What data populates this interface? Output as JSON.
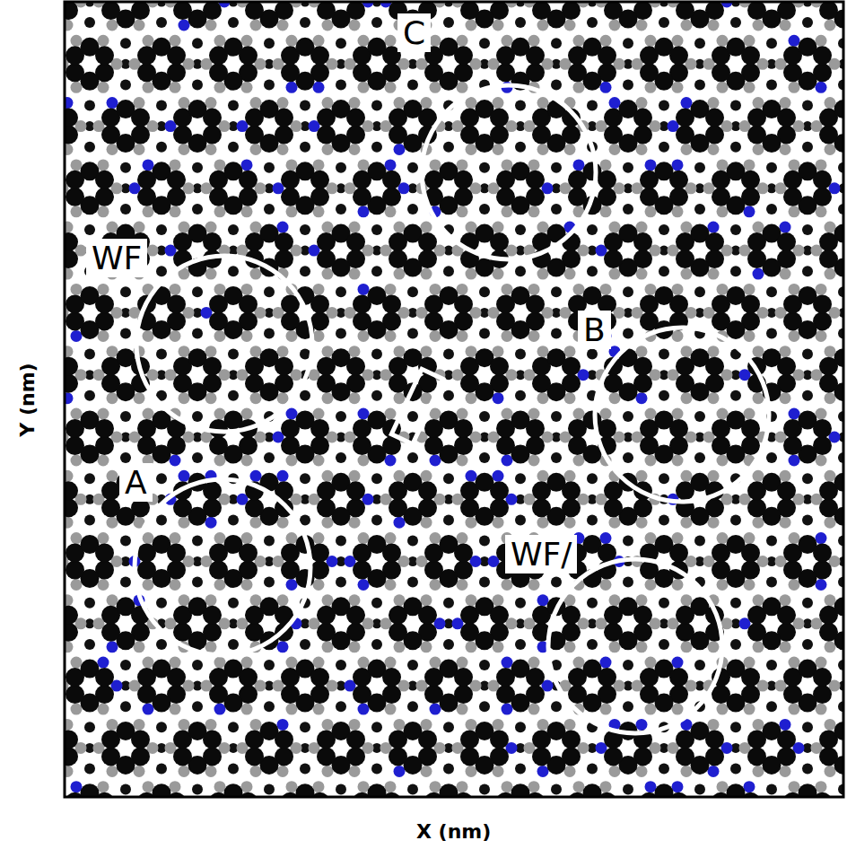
{
  "diagram": {
    "nodes": [
      {
        "text": [
          "C"
        ]
      },
      {
        "text": [
          "WF"
        ]
      },
      {
        "text": [
          "B"
        ]
      },
      {
        "text": [
          "A"
        ]
      },
      {
        "text": [
          "WF/"
        ]
      }
    ],
    "labels": [
      "Y (nm)",
      "X (nm)"
    ]
  }
}
